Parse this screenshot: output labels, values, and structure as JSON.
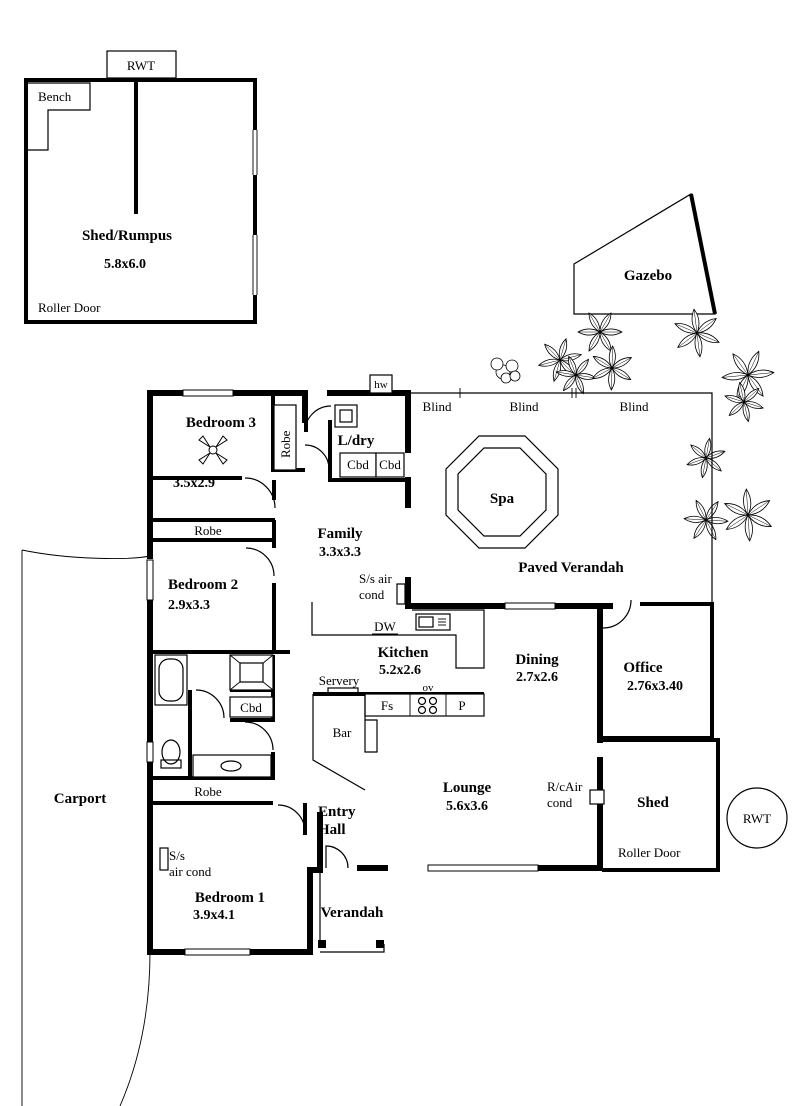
{
  "shed_rumpus": {
    "tank": "RWT",
    "bench": "Bench",
    "name": "Shed/Rumpus",
    "size": "5.8x6.0",
    "door": "Roller Door"
  },
  "gazebo": "Gazebo",
  "hw": "hw",
  "blinds": [
    "Blind",
    "Blind",
    "Blind"
  ],
  "bedroom3": {
    "name": "Bedroom 3",
    "size": "3.5x2.9",
    "robe": "Robe"
  },
  "laundry": {
    "name": "L/dry",
    "cbd1": "Cbd",
    "cbd2": "Cbd"
  },
  "spa": "Spa",
  "family": {
    "name": "Family",
    "size": "3.3x3.3"
  },
  "robe_bed2": "Robe",
  "bedroom2": {
    "name": "Bedroom 2",
    "size": "2.9x3.3"
  },
  "ss_air_family": [
    "S/s air",
    "cond"
  ],
  "paved_verandah": "Paved Verandah",
  "kitchen": {
    "name": "Kitchen",
    "size": "5.2x2.6",
    "dw": "DW",
    "servery": "Servery",
    "ov": "ov",
    "fs": "Fs",
    "p": "P",
    "bar": "Bar"
  },
  "dining": {
    "name": "Dining",
    "size": "2.7x2.6"
  },
  "office": {
    "name": "Office",
    "size": "2.76x3.40"
  },
  "bath_cbd": "Cbd",
  "carport": "Carport",
  "robe_bed1": "Robe",
  "lounge": {
    "name": "Lounge",
    "size": "5.6x3.6",
    "rc_air": [
      "R/cAir",
      "cond"
    ]
  },
  "shed": {
    "name": "Shed",
    "door": "Roller Door"
  },
  "rwt_tank": "RWT",
  "entry": [
    "Entry",
    "Hall"
  ],
  "ss_air_bed1": [
    "S/s",
    "air cond"
  ],
  "bedroom1": {
    "name": "Bedroom 1",
    "size": "3.9x4.1"
  },
  "verandah": "Verandah"
}
